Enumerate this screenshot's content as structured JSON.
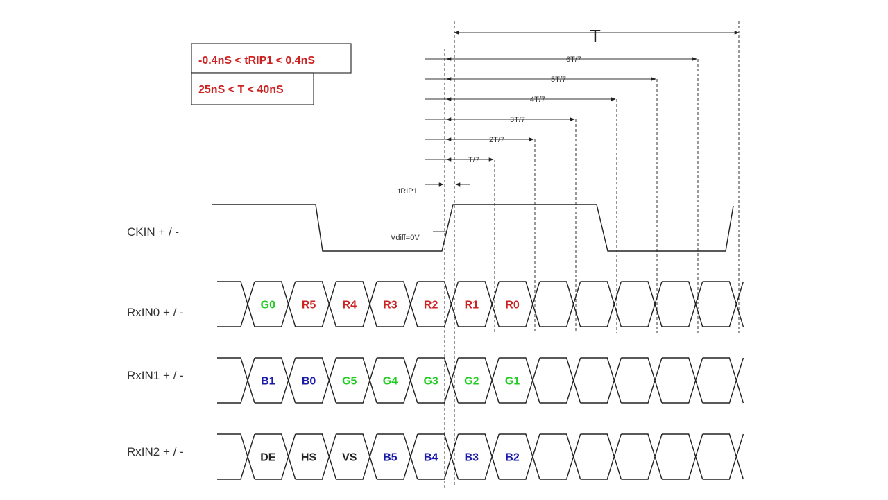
{
  "colors": {
    "red": "#cc2222",
    "green": "#22cc22",
    "blue": "#1a1aaa",
    "black": "#222222"
  },
  "specs": [
    "-0.4nS < tRIP1 < 0.4nS",
    "25nS < T < 40nS"
  ],
  "period_label": "T",
  "dimensions": [
    "6T/7",
    "5T/7",
    "4T/7",
    "3T/7",
    "2T/7",
    "T/7"
  ],
  "trip_label": "tRIP1",
  "vdiff_label": "Vdiff=0V",
  "signals": {
    "ckin": "CKIN + / -",
    "rxin0": "RxIN0 + / -",
    "rxin1": "RxIN1  + / -",
    "rxin2": "RxIN2  + / -"
  },
  "rows": [
    {
      "cells": [
        {
          "text": "G0",
          "color": "green"
        },
        {
          "text": "R5",
          "color": "red"
        },
        {
          "text": "R4",
          "color": "red"
        },
        {
          "text": "R3",
          "color": "red"
        },
        {
          "text": "R2",
          "color": "red"
        },
        {
          "text": "R1",
          "color": "red"
        },
        {
          "text": "R0",
          "color": "red"
        },
        {
          "text": "",
          "color": "black"
        },
        {
          "text": "",
          "color": "black"
        },
        {
          "text": "",
          "color": "black"
        },
        {
          "text": "",
          "color": "black"
        },
        {
          "text": "",
          "color": "black"
        }
      ]
    },
    {
      "cells": [
        {
          "text": "B1",
          "color": "blue"
        },
        {
          "text": "B0",
          "color": "blue"
        },
        {
          "text": "G5",
          "color": "green"
        },
        {
          "text": "G4",
          "color": "green"
        },
        {
          "text": "G3",
          "color": "green"
        },
        {
          "text": "G2",
          "color": "green"
        },
        {
          "text": "G1",
          "color": "green"
        },
        {
          "text": "",
          "color": "black"
        },
        {
          "text": "",
          "color": "black"
        },
        {
          "text": "",
          "color": "black"
        },
        {
          "text": "",
          "color": "black"
        },
        {
          "text": "",
          "color": "black"
        }
      ]
    },
    {
      "cells": [
        {
          "text": "DE",
          "color": "black"
        },
        {
          "text": "HS",
          "color": "black"
        },
        {
          "text": "VS",
          "color": "black"
        },
        {
          "text": "B5",
          "color": "blue"
        },
        {
          "text": "B4",
          "color": "blue"
        },
        {
          "text": "B3",
          "color": "blue"
        },
        {
          "text": "B2",
          "color": "blue"
        },
        {
          "text": "",
          "color": "black"
        },
        {
          "text": "",
          "color": "black"
        },
        {
          "text": "",
          "color": "black"
        },
        {
          "text": "",
          "color": "black"
        },
        {
          "text": "",
          "color": "black"
        }
      ]
    }
  ]
}
